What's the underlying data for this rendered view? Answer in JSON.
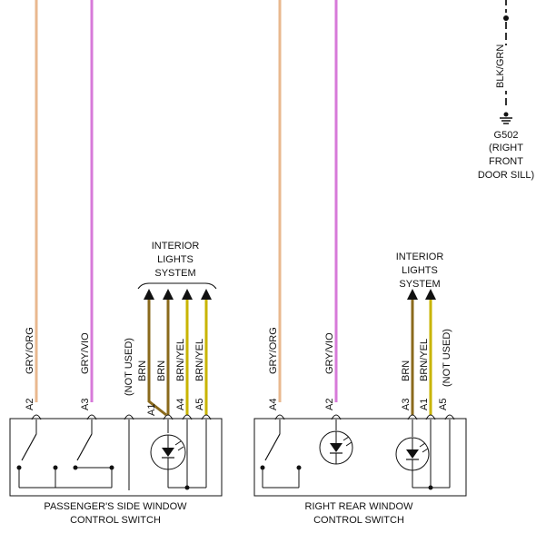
{
  "ground": {
    "wire_color": "BLK/GRN",
    "id": "G502",
    "location_lines": [
      "(RIGHT",
      "FRONT",
      "DOOR SILL)"
    ]
  },
  "interior_lights_left": [
    "INTERIOR",
    "LIGHTS",
    "SYSTEM"
  ],
  "interior_lights_right": [
    "INTERIOR",
    "LIGHTS",
    "SYSTEM"
  ],
  "passenger_switch": {
    "title_lines": [
      "PASSENGER'S SIDE WINDOW",
      "CONTROL SWITCH"
    ],
    "wires": [
      "GRY/ORG",
      "GRY/VIO",
      "(NOT USED)",
      "BRN",
      "BRN",
      "BRN/YEL",
      "BRN/YEL"
    ],
    "pins": [
      "A2",
      "A3",
      "A1",
      "A4",
      "A5"
    ]
  },
  "rear_switch": {
    "title_lines": [
      "RIGHT REAR WINDOW",
      "CONTROL SWITCH"
    ],
    "wires": [
      "GRY/ORG",
      "GRY/VIO",
      "BRN",
      "BRN/YEL",
      "(NOT USED)"
    ],
    "pins": [
      "A4",
      "A2",
      "A3",
      "A1",
      "A5"
    ]
  },
  "colors": {
    "gry_org": "#e9b88f",
    "gry_vio": "#d77ad9",
    "brn": "#8a6a1c",
    "brn_yel": "#c8b400",
    "blk_grn": "#333333"
  }
}
